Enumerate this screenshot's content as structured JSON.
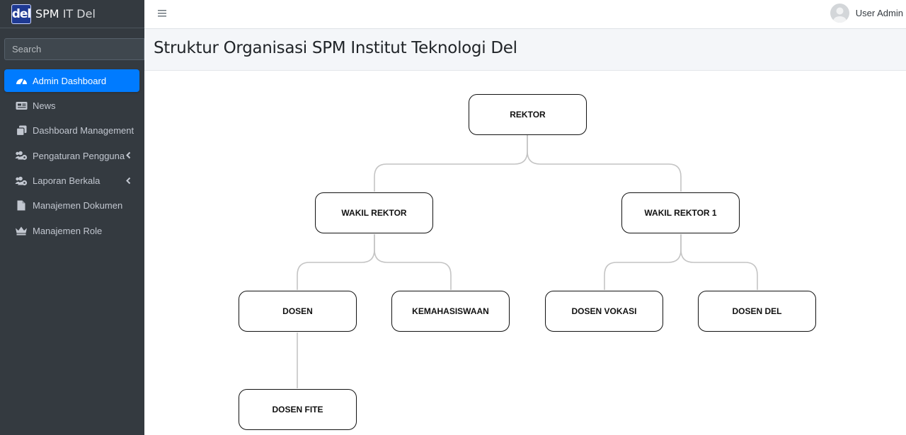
{
  "app": {
    "logo_text": "del",
    "brand_bold": "SPM",
    "brand_light": "IT Del"
  },
  "search": {
    "placeholder": "Search"
  },
  "sidebar": {
    "items": [
      {
        "label": "Admin Dashboard",
        "icon": "tachometer-icon",
        "active": true
      },
      {
        "label": "News",
        "icon": "newspaper-icon"
      },
      {
        "label": "Dashboard Management",
        "icon": "copy-icon"
      },
      {
        "label": "Pengaturan Pengguna",
        "icon": "users-cog-icon",
        "has_submenu": true
      },
      {
        "label": "Laporan Berkala",
        "icon": "users-cog-icon",
        "has_submenu": true
      },
      {
        "label": "Manajemen Dokumen",
        "icon": "file-icon"
      },
      {
        "label": "Manajemen Role",
        "icon": "crown-icon"
      }
    ]
  },
  "header": {
    "user_name": "User Admin"
  },
  "page": {
    "title": "Struktur Organisasi SPM Institut Teknologi Del"
  },
  "org_chart": {
    "nodes": [
      "REKTOR",
      "WAKIL REKTOR",
      "WAKIL REKTOR 1",
      "DOSEN",
      "KEMAHASISWAAN",
      "DOSEN VOKASI",
      "DOSEN DEL",
      "DOSEN FITE"
    ]
  },
  "colors": {
    "sidebar_bg": "#343a40",
    "active_item": "#007bff",
    "connector": "#c4c4c4"
  }
}
